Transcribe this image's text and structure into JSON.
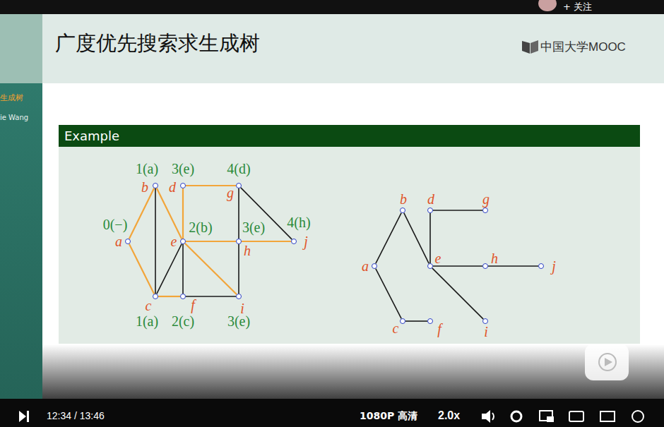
{
  "diagram": {
    "title": "广度优先搜索求生成树",
    "nodes": [
      {
        "text": [
          "Example"
        ]
      },
      {
        "text": [
          "a",
          "0(−)"
        ],
        "in": 0
      },
      {
        "text": [
          "b",
          "1(a)"
        ],
        "in": 0
      },
      {
        "text": [
          "d",
          "3(e)"
        ],
        "in": 0
      },
      {
        "text": [
          "g",
          "4(d)"
        ],
        "in": 0
      },
      {
        "text": [
          "e",
          "2(b)"
        ],
        "in": 0
      },
      {
        "text": [
          "h",
          "3(e)"
        ],
        "in": 0
      },
      {
        "text": [
          "j",
          "4(h)"
        ],
        "in": 0
      },
      {
        "text": [
          "c",
          "1(a)"
        ],
        "in": 0
      },
      {
        "text": [
          "f",
          "2(c)"
        ],
        "in": 0
      },
      {
        "text": [
          "i",
          "3(e)"
        ],
        "in": 0
      },
      {
        "text": [
          "a"
        ],
        "in": 0
      },
      {
        "text": [
          "b"
        ],
        "in": 0
      },
      {
        "text": [
          "d"
        ],
        "in": 0
      },
      {
        "text": [
          "g"
        ],
        "in": 0
      },
      {
        "text": [
          "e"
        ],
        "in": 0
      },
      {
        "text": [
          "h"
        ],
        "in": 0
      },
      {
        "text": [
          "j"
        ],
        "in": 0
      },
      {
        "text": [
          "c"
        ],
        "in": 0
      },
      {
        "text": [
          "f"
        ],
        "in": 0
      },
      {
        "text": [
          "i"
        ],
        "in": 0
      }
    ],
    "edges": [
      {
        "from": 1,
        "to": 2,
        "arrow": "none"
      },
      {
        "from": 1,
        "to": 8,
        "arrow": "none"
      },
      {
        "from": 2,
        "to": 5,
        "arrow": "none"
      },
      {
        "from": 3,
        "to": 5,
        "arrow": "none"
      },
      {
        "from": 3,
        "to": 4,
        "arrow": "none"
      },
      {
        "from": 5,
        "to": 6,
        "arrow": "none"
      },
      {
        "from": 6,
        "to": 7,
        "arrow": "none"
      },
      {
        "from": 5,
        "to": 10,
        "arrow": "none"
      },
      {
        "from": 8,
        "to": 9,
        "arrow": "none"
      },
      {
        "from": 2,
        "to": 8,
        "arrow": "none"
      },
      {
        "from": 8,
        "to": 5,
        "arrow": "none"
      },
      {
        "from": 5,
        "to": 9,
        "arrow": "none"
      },
      {
        "from": 9,
        "to": 10,
        "arrow": "none"
      },
      {
        "from": 4,
        "to": 6,
        "arrow": "none"
      },
      {
        "from": 6,
        "to": 10,
        "arrow": "none"
      },
      {
        "from": 4,
        "to": 7,
        "arrow": "none"
      },
      {
        "from": 11,
        "to": 12,
        "arrow": "none"
      },
      {
        "from": 11,
        "to": 18,
        "arrow": "none"
      },
      {
        "from": 12,
        "to": 15,
        "arrow": "none"
      },
      {
        "from": 13,
        "to": 15,
        "arrow": "none"
      },
      {
        "from": 13,
        "to": 14,
        "arrow": "none"
      },
      {
        "from": 15,
        "to": 16,
        "arrow": "none"
      },
      {
        "from": 16,
        "to": 17,
        "arrow": "none"
      },
      {
        "from": 15,
        "to": 20,
        "arrow": "none"
      },
      {
        "from": 18,
        "to": 19,
        "arrow": "none"
      }
    ],
    "labels": [
      "生成树",
      "ie Wang",
      "中国大学MOOC",
      "+ 关注",
      "12:34 / 13:46",
      "1080P 高清",
      "2.0x"
    ]
  }
}
